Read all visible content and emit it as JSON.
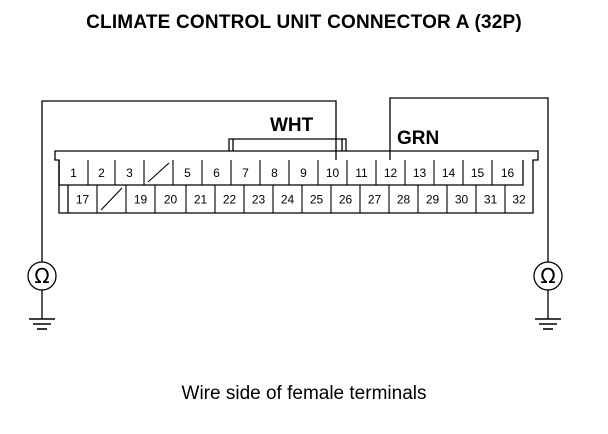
{
  "title": "CLIMATE CONTROL UNIT CONNECTOR A (32P)",
  "caption": "Wire side of female terminals",
  "wires": [
    {
      "label": "WHT",
      "pin": 10,
      "meter_side": "left"
    },
    {
      "label": "GRN",
      "pin": 12,
      "meter_side": "right"
    }
  ],
  "meter_symbol": "Ω",
  "icons": [
    "ohmmeter-icon",
    "ground-icon"
  ],
  "connector": {
    "top_row": [
      "1",
      "2",
      "3",
      "",
      "5",
      "6",
      "7",
      "8",
      "9",
      "10",
      "11",
      "12",
      "13",
      "14",
      "15",
      "16"
    ],
    "bottom_row": [
      "17",
      "",
      "19",
      "20",
      "21",
      "22",
      "23",
      "24",
      "25",
      "26",
      "27",
      "28",
      "29",
      "30",
      "31",
      "32"
    ]
  }
}
